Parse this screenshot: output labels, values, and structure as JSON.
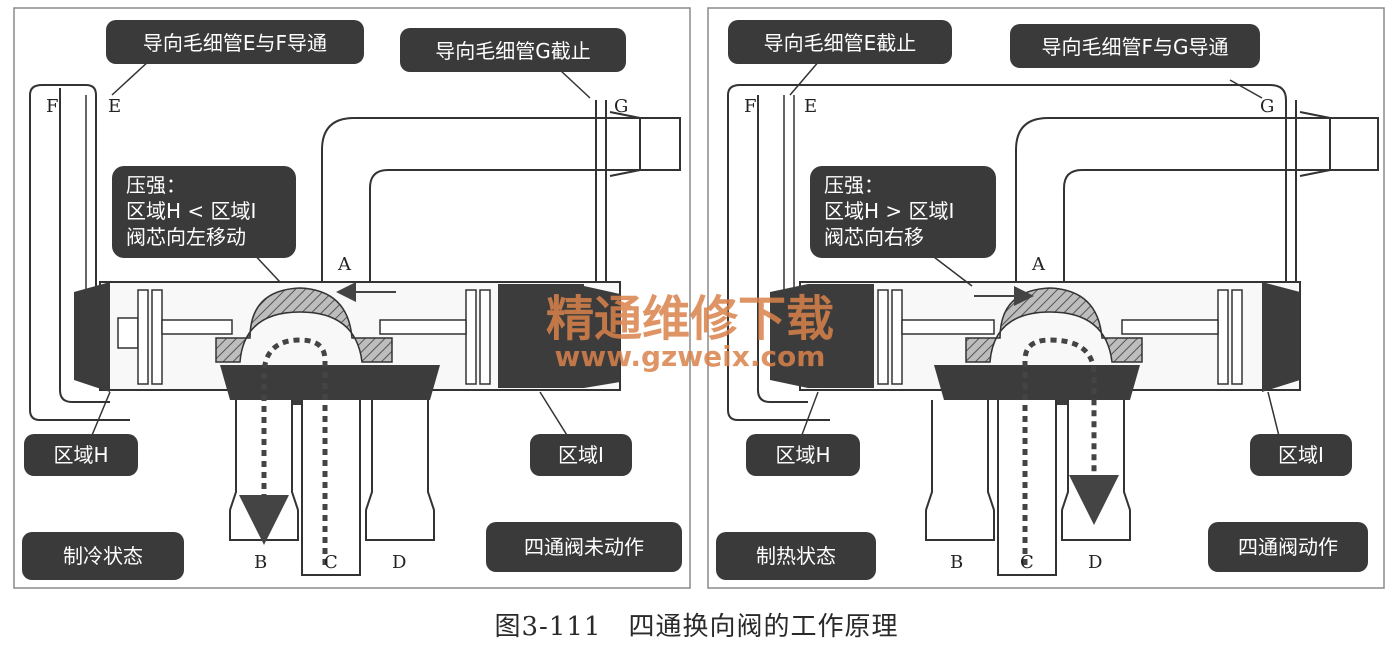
{
  "figure_caption": "图3-111　四通换向阀的工作原理",
  "watermark": {
    "line1": "精通维修下载",
    "line2": "www.gzweix.com",
    "color": "#d9824a"
  },
  "colors": {
    "callout_fill": "#3a3a3a",
    "callout_text": "#ffffff",
    "line": "#333333",
    "body_dark": "#3c3c3c",
    "frame": "#8a8a8a"
  },
  "panels": [
    {
      "top_left_callout": "导向毛细管E与F导通",
      "top_right_callout": "导向毛细管G截止",
      "pressure_callout": [
        "压强：",
        "区域H < 区域I",
        "阀芯向左移动"
      ],
      "zone_left_label": "区域H",
      "zone_right_label": "区域I",
      "state_label": "制冷状态",
      "action_label": "四通阀未动作",
      "port_labels": {
        "F": "F",
        "E": "E",
        "G": "G",
        "A": "A",
        "B": "B",
        "C": "C",
        "D": "D"
      }
    },
    {
      "top_left_callout": "导向毛细管E截止",
      "top_right_callout": "导向毛细管F与G导通",
      "pressure_callout": [
        "压强：",
        "区域H > 区域I",
        "阀芯向右移"
      ],
      "zone_left_label": "区域H",
      "zone_right_label": "区域I",
      "state_label": "制热状态",
      "action_label": "四通阀动作",
      "port_labels": {
        "F": "F",
        "E": "E",
        "G": "G",
        "A": "A",
        "B": "B",
        "C": "C",
        "D": "D"
      }
    }
  ]
}
